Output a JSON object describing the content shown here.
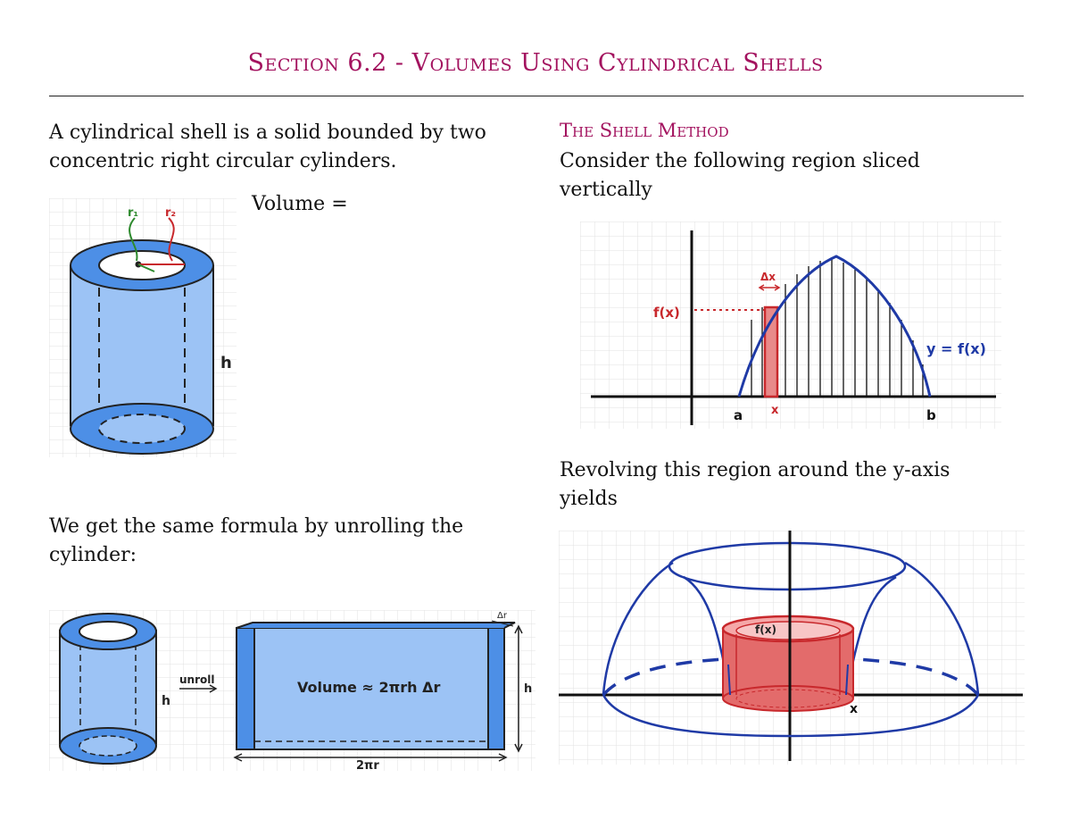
{
  "title": "Section 6.2 - Volumes Using Cylindrical Shells",
  "left": {
    "intro": "A cylindrical shell is a solid bounded by two concentric right circular cylinders.",
    "volume_label": "Volume =",
    "unroll_text": "We get the same formula by unrolling the cylinder:"
  },
  "right": {
    "heading": "The Shell Method",
    "consider": "Consider the following region sliced vertically",
    "revolve": "Revolving this region around the y-axis yields"
  },
  "fig_cylinder": {
    "r1": "r₁",
    "r2": "r₂",
    "h": "h"
  },
  "fig_unroll": {
    "h_left": "h",
    "unroll": "unroll",
    "formula": "Volume ≈ 2πrh Δr",
    "dr": "Δr",
    "h_right": "h",
    "width": "2πr"
  },
  "fig_region": {
    "dx": "Δx",
    "fx": "f(x)",
    "curve": "y = f(x)",
    "a": "a",
    "x": "x",
    "b": "b"
  },
  "fig_revolve": {
    "fx": "f(x)",
    "x": "x"
  },
  "colors": {
    "title": "#a3135f",
    "shell_fill": "#9cc3f5",
    "shell_dark": "#4d8fe6",
    "curve": "#1f3aa6",
    "red": "#c8282c"
  }
}
